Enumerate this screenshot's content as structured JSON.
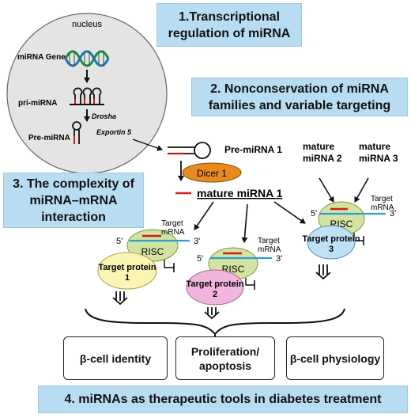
{
  "boxes": {
    "transcriptional": "1.Transcriptional regulation of miRNA",
    "nonconservation": "2. Nonconservation of miRNA families and variable targeting",
    "complexity": "3. The complexity of miRNA–mRNA interaction",
    "therapeutic": "4. miRNAs as therapeutic tools in diabetes treatment"
  },
  "nucleus": {
    "title": "nucleus",
    "gene": "miRNA Gene",
    "pri": "pri-miRNA",
    "drosha": "Drosha",
    "pre": "Pre-miRNA",
    "exportin": "Exportin 5"
  },
  "cytoplasm": {
    "pre_mirna_1": "Pre-miRNA 1",
    "dicer": "Dicer 1",
    "mature_1": "mature miRNA 1",
    "mature_2": "mature miRNA 2",
    "mature_3": "mature miRNA 3"
  },
  "complexes": {
    "risc": "RISC",
    "target_mrna": "Target mRNA",
    "five_prime": "5'",
    "three_prime": "3'",
    "protein_1": "Target protein 1",
    "protein_2": "Target protein 2",
    "protein_3": "Target protein 3"
  },
  "outcomes": {
    "identity": "β-cell identity",
    "proliferation": "Proliferation/ apoptosis",
    "physiology": "β-cell physiology"
  },
  "colors": {
    "box_blue": "#b8dcf1",
    "nucleus_gray": "#e4e4e4",
    "dicer_orange": "#e98a1f",
    "risc_green": "#d3e3a2",
    "mrna_blue": "#2a9fd6",
    "mirna_red": "#cc1f1f",
    "protein_yellow": "#fbf5b3",
    "protein_pink": "#f1b6dc",
    "protein_blue": "#bfe1f6"
  }
}
